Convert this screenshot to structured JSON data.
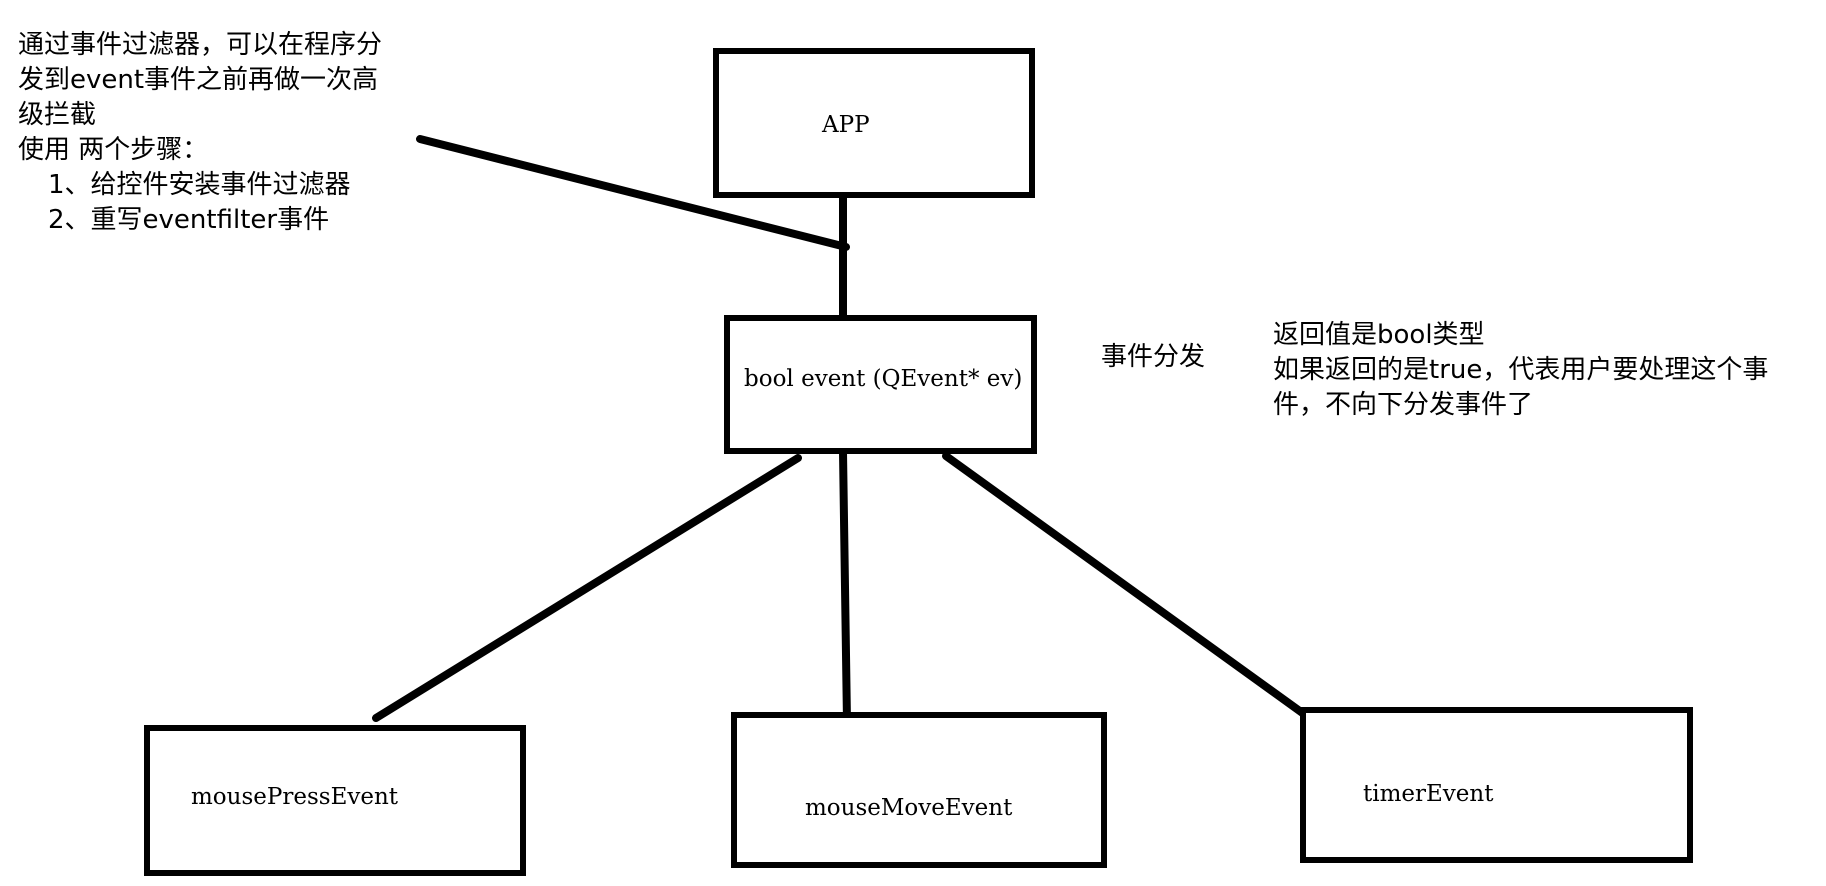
{
  "nodes": {
    "app": "APP",
    "dispatcher": "bool event (QEvent* ev)",
    "mouse_press": "mousePressEvent",
    "mouse_move": "mouseMoveEvent",
    "timer": "timerEvent"
  },
  "annotations": {
    "filter_note": [
      "通过事件过滤器，可以在程序分",
      "发到event事件之前再做一次高",
      "级拦截",
      "使用 两个步骤：",
      "1、给控件安装事件过滤器",
      "2、重写eventfilter事件"
    ],
    "dispatch_label": "事件分发",
    "return_note": [
      "返回值是bool类型",
      "如果返回的是true，代表用户要处理这个事",
      "件，不向下分发事件了"
    ]
  }
}
